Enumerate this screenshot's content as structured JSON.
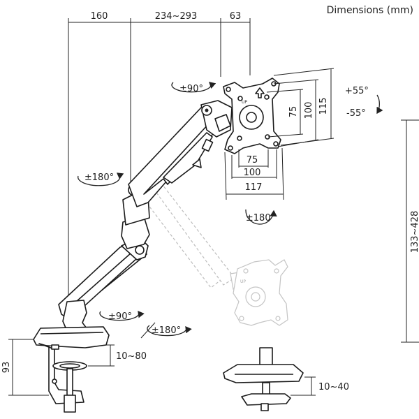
{
  "title": "Dimensions (mm)",
  "dimensions": {
    "top_a": "160",
    "top_b": "234~293",
    "top_c": "63",
    "vesa_h_outer": "115",
    "vesa_h_inner": "100",
    "vesa_h_small": "75",
    "vesa_w_small": "75",
    "vesa_w_mid": "100",
    "vesa_w_outer": "117",
    "height_range": "133~428",
    "clamp_height": "93",
    "clamp_range": "10~80",
    "grommet_range": "10~40"
  },
  "rotations": {
    "head_swivel": "±90°",
    "tilt_up": "+55°",
    "tilt_down": "-55°",
    "upper_arm": "±180°",
    "screen_rotate": "±180°",
    "lower_arm": "±90°",
    "base": "±180°"
  },
  "vesa_labels": {
    "up_mark": "UP"
  }
}
